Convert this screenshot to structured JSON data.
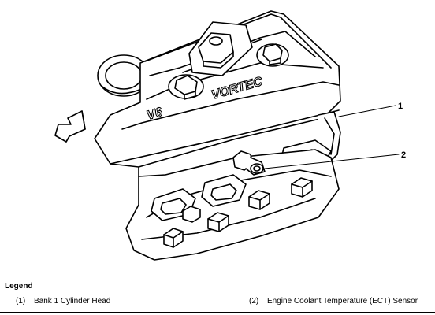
{
  "engine_badge": {
    "model": "V6",
    "brand": "VORTEC"
  },
  "callouts": [
    {
      "number": "1",
      "label": "Bank 1 Cylinder Head"
    },
    {
      "number": "2",
      "label": "Engine Coolant Temperature (ECT) Sensor"
    }
  ],
  "legend": {
    "title": "Legend",
    "items": [
      {
        "number": "(1)",
        "label": "Bank 1 Cylinder Head"
      },
      {
        "number": "(2)",
        "label": "Engine Coolant Temperature (ECT) Sensor"
      }
    ]
  }
}
